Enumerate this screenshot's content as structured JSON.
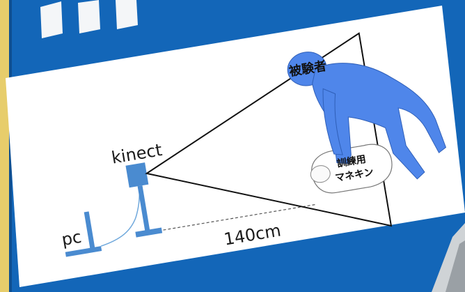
{
  "diagram": {
    "labels": {
      "pc": "pc",
      "kinect": "kinect",
      "distance": "140cm",
      "subject": "被験者",
      "mannequin_line1": "訓練用",
      "mannequin_line2": "マネキン"
    },
    "colors": {
      "background_blue": "#1366b8",
      "slide_white": "#ffffff",
      "device_blue": "#4a8bd0",
      "figure_blue": "#4f86ea",
      "left_strip_yellow": "#e7cd6b"
    }
  }
}
